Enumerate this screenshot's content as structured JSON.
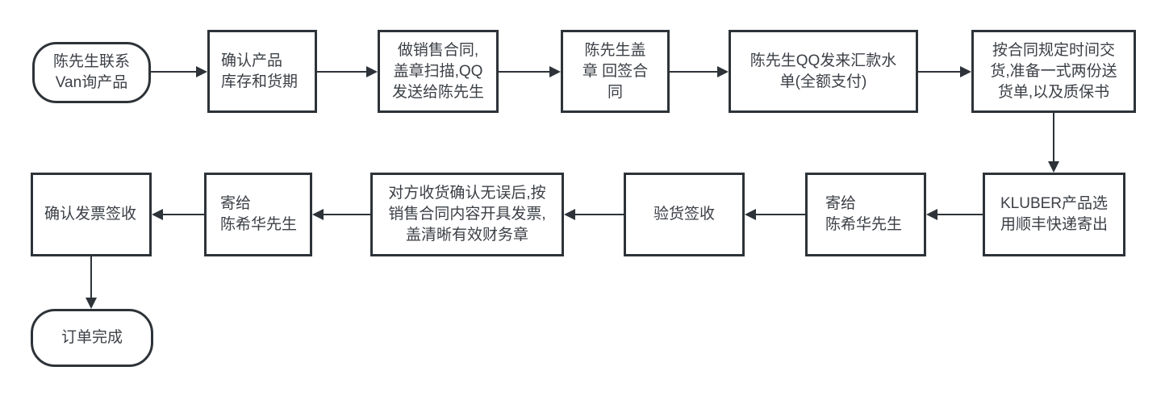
{
  "colors": {
    "stroke": "#2d3338",
    "text": "#3c4046",
    "background": "#ffffff"
  },
  "nodes": [
    {
      "id": "start",
      "shape": "stadium",
      "lines": [
        "陈先生联系",
        "Van询产品"
      ]
    },
    {
      "id": "confirm-stock",
      "shape": "rect",
      "lines": [
        "确认产品",
        "库存和货期"
      ]
    },
    {
      "id": "make-contract",
      "shape": "rect",
      "lines": [
        "做销售合同,",
        "盖章扫描,QQ",
        "发送给陈先生"
      ]
    },
    {
      "id": "customer-stamp-sign",
      "shape": "rect",
      "lines": [
        "陈先生盖",
        "章 回签合",
        "同"
      ]
    },
    {
      "id": "payment-slip",
      "shape": "rect",
      "lines": [
        "陈先生QQ发来汇款水",
        "单(全额支付)"
      ]
    },
    {
      "id": "delivery-prep",
      "shape": "rect",
      "lines": [
        "按合同规定时间交",
        "货,准备一式两份送",
        "货单,以及质保书"
      ]
    },
    {
      "id": "ship-sf-express",
      "shape": "rect",
      "lines": [
        "KLUBER产品选",
        "用顺丰快递寄出"
      ]
    },
    {
      "id": "send-to-chenxihua-1",
      "shape": "rect",
      "lines": [
        "寄给",
        "陈希华先生"
      ]
    },
    {
      "id": "inspect-and-sign",
      "shape": "rect",
      "lines": [
        "验货签收"
      ]
    },
    {
      "id": "issue-invoice",
      "shape": "rect",
      "lines": [
        "对方收货确认无误后,按",
        "销售合同内容开具发票,",
        "盖清晰有效财务章"
      ]
    },
    {
      "id": "send-to-chenxihua-2",
      "shape": "rect",
      "lines": [
        "寄给",
        "陈希华先生"
      ]
    },
    {
      "id": "confirm-invoice-receipt",
      "shape": "rect",
      "lines": [
        "确认发票签收"
      ]
    },
    {
      "id": "order-complete",
      "shape": "stadium",
      "lines": [
        "订单完成"
      ]
    }
  ],
  "edges": [
    {
      "from": "start",
      "to": "confirm-stock",
      "direction": "right"
    },
    {
      "from": "confirm-stock",
      "to": "make-contract",
      "direction": "right"
    },
    {
      "from": "make-contract",
      "to": "customer-stamp-sign",
      "direction": "right"
    },
    {
      "from": "customer-stamp-sign",
      "to": "payment-slip",
      "direction": "right"
    },
    {
      "from": "payment-slip",
      "to": "delivery-prep",
      "direction": "right"
    },
    {
      "from": "delivery-prep",
      "to": "ship-sf-express",
      "direction": "down"
    },
    {
      "from": "ship-sf-express",
      "to": "send-to-chenxihua-1",
      "direction": "left"
    },
    {
      "from": "send-to-chenxihua-1",
      "to": "inspect-and-sign",
      "direction": "left"
    },
    {
      "from": "inspect-and-sign",
      "to": "issue-invoice",
      "direction": "left"
    },
    {
      "from": "issue-invoice",
      "to": "send-to-chenxihua-2",
      "direction": "left"
    },
    {
      "from": "send-to-chenxihua-2",
      "to": "confirm-invoice-receipt",
      "direction": "left"
    },
    {
      "from": "confirm-invoice-receipt",
      "to": "order-complete",
      "direction": "down"
    }
  ]
}
